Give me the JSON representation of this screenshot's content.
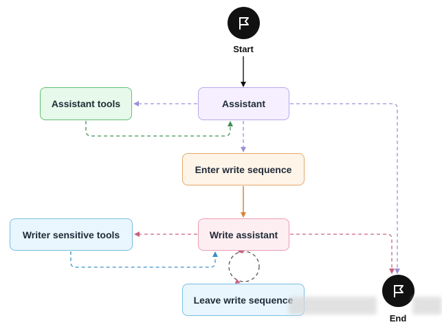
{
  "nodes": {
    "start_label": "Start",
    "end_label": "End",
    "assistant_tools": "Assistant tools",
    "assistant": "Assistant",
    "enter_write_sequence": "Enter write sequence",
    "writer_sensitive_tools": "Writer sensitive tools",
    "write_assistant": "Write assistant",
    "leave_write_sequence": "Leave write sequence"
  },
  "colors": {
    "terminal": "#111111",
    "edge_assistant": "#9b8fd6",
    "edge_tools_return": "#3f8f55",
    "edge_enter": "#d9832e",
    "edge_write_to_tools": "#c9617e",
    "edge_writer_return": "#3a8fc6",
    "edge_solid": "#111111"
  },
  "icons": {
    "start": "flag-icon",
    "end": "flag-icon"
  }
}
